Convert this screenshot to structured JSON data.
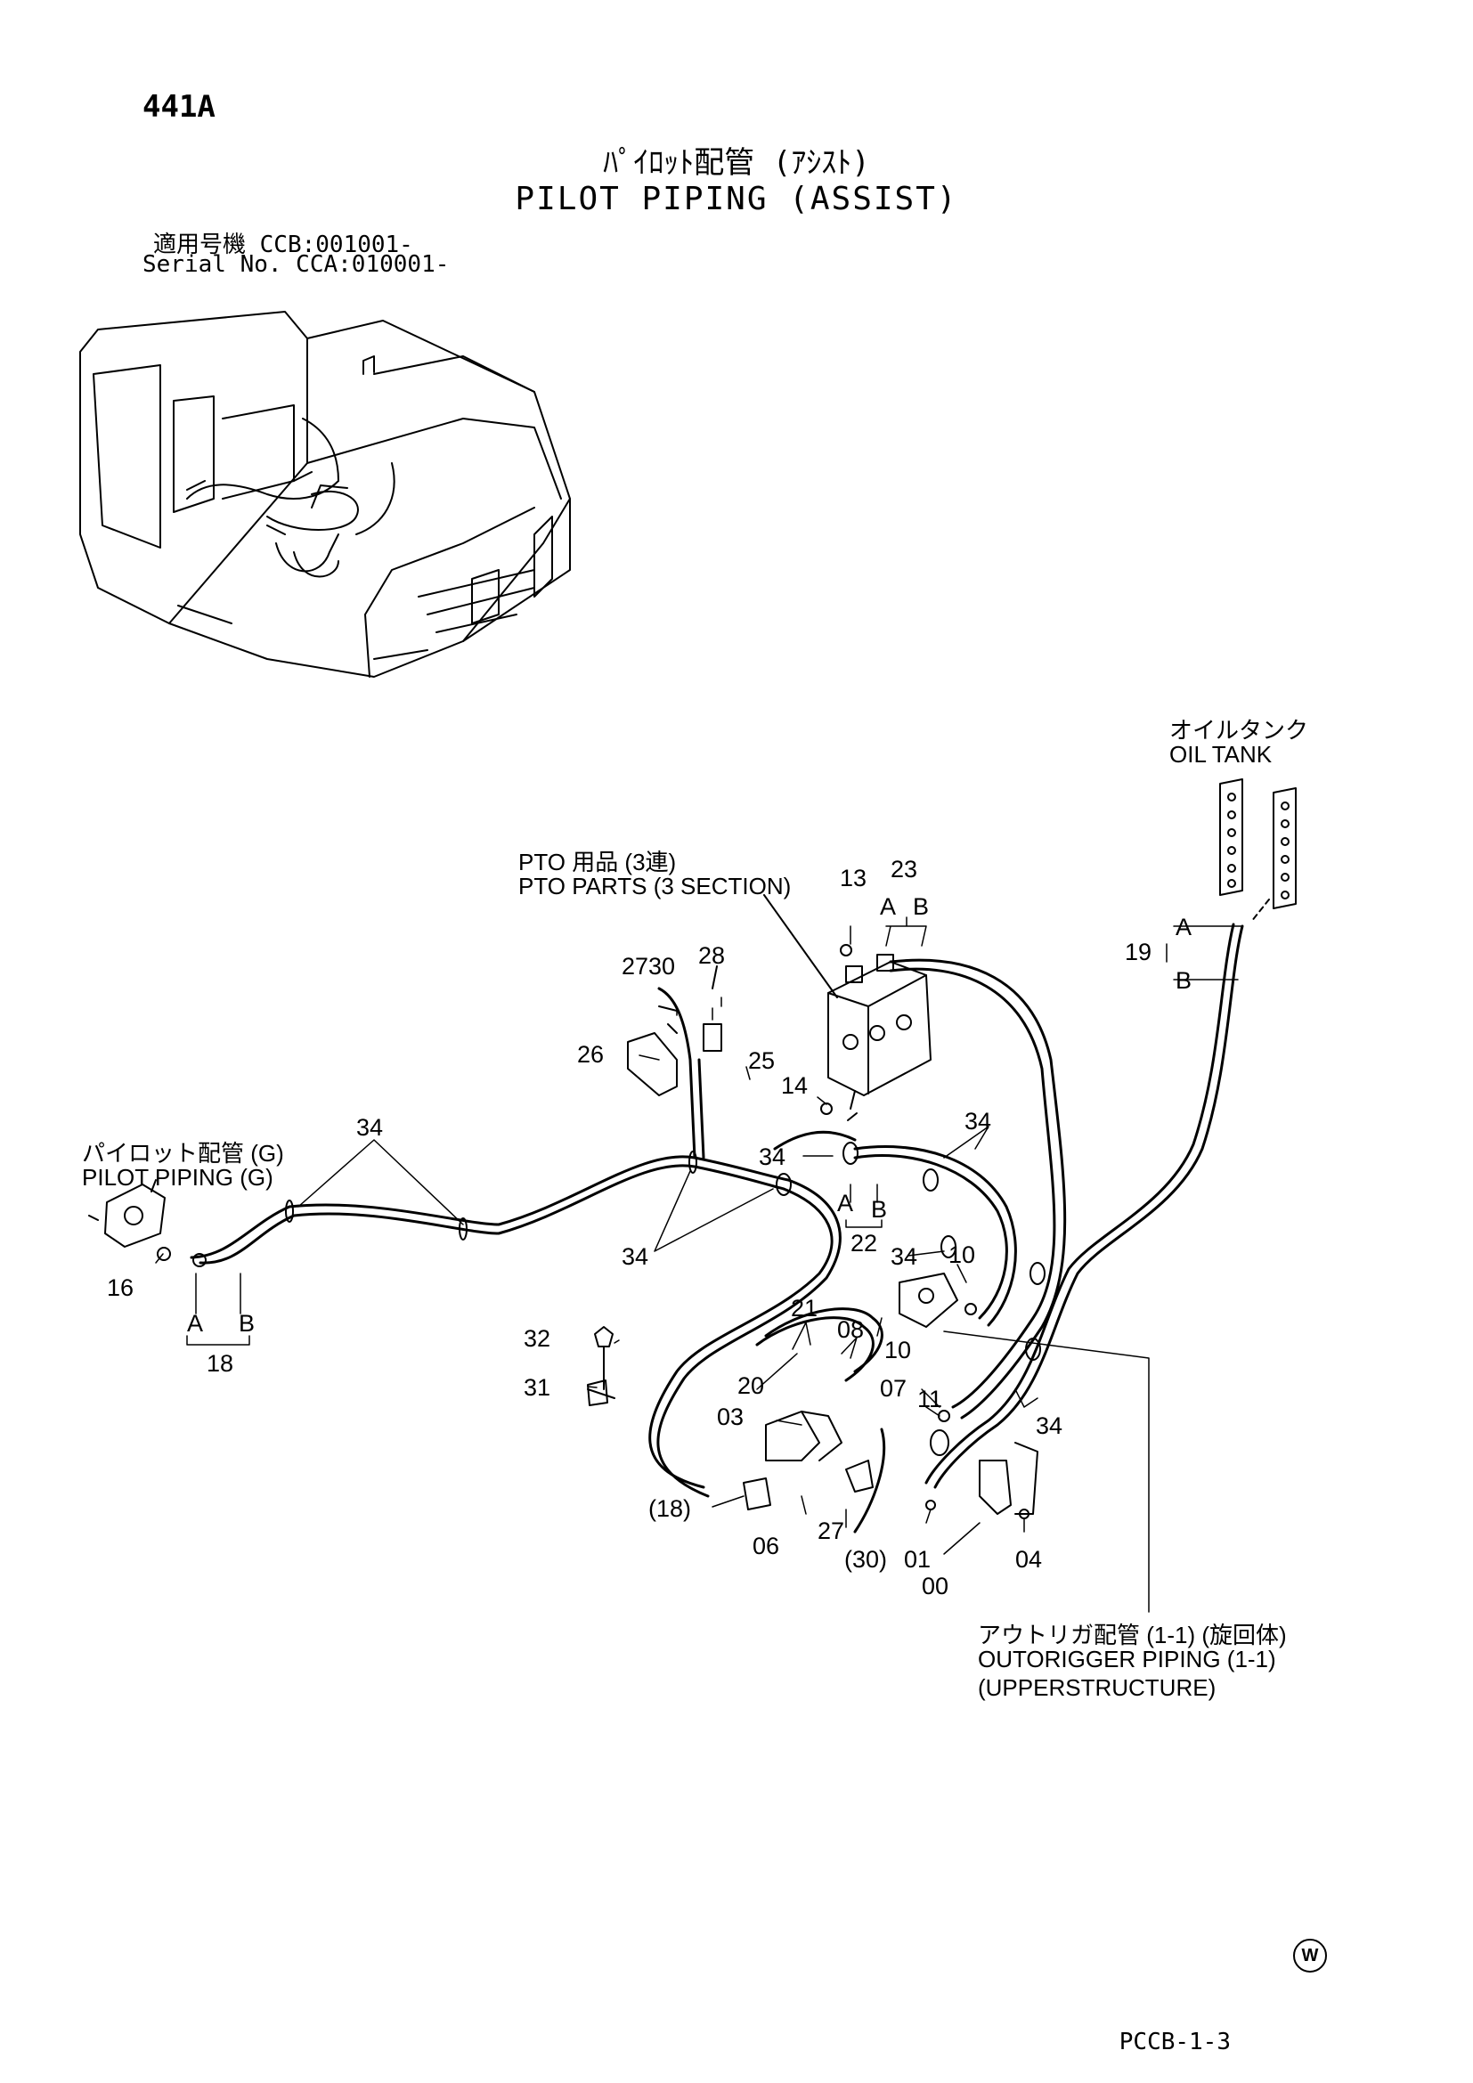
{
  "header": {
    "page_code": "441A",
    "title_jp": "ﾊﾟｲﾛｯﾄ配管 (ｱｼｽﾄ)",
    "title_en": "PILOT PIPING (ASSIST)",
    "serial_jp": "適用号機  CCB:001001-",
    "serial_en": "Serial No. CCA:010001-"
  },
  "callouts": {
    "oil_tank_jp": "オイルタンク",
    "oil_tank_en": "OIL TANK",
    "pto_jp": "PTO 用品 (3連)",
    "pto_en": "PTO PARTS (3 SECTION)",
    "pilot_g_jp": "パイロット配管 (G)",
    "pilot_g_en": "PILOT PIPING (G)",
    "outrigger_jp": "アウトリガ配管 (1-1) (旋回体)",
    "outrigger_en": "OUTORIGGER PIPING (1-1)",
    "outrigger_en2": "(UPPERSTRUCTURE)"
  },
  "part_numbers": {
    "p13": "13",
    "p23": "23",
    "p23a": "A",
    "p23b": "B",
    "p19": "19",
    "p19a": "A",
    "p19b": "B",
    "p2730": "2730",
    "p28": "28",
    "p26": "26",
    "p25": "25",
    "p14": "14",
    "p34a": "34",
    "p34b": "34",
    "p34c": "34",
    "p34d": "34",
    "p34e": "34",
    "p34f": "34",
    "p22": "22",
    "p22a": "A",
    "p22b": "B",
    "p16": "16",
    "p18": "18",
    "p18a": "A",
    "p18b": "B",
    "p10a": "10",
    "p10b": "10",
    "p21": "21",
    "p08": "08",
    "p32": "32",
    "p31": "31",
    "p20": "20",
    "p03": "03",
    "p07": "07",
    "p11": "11",
    "p18r": "(18)",
    "p06": "06",
    "p27": "27",
    "p30r": "(30)",
    "p01": "01",
    "p00": "00",
    "p04": "04"
  },
  "footer": {
    "code": "PCCB-1-3",
    "mark": "W"
  }
}
